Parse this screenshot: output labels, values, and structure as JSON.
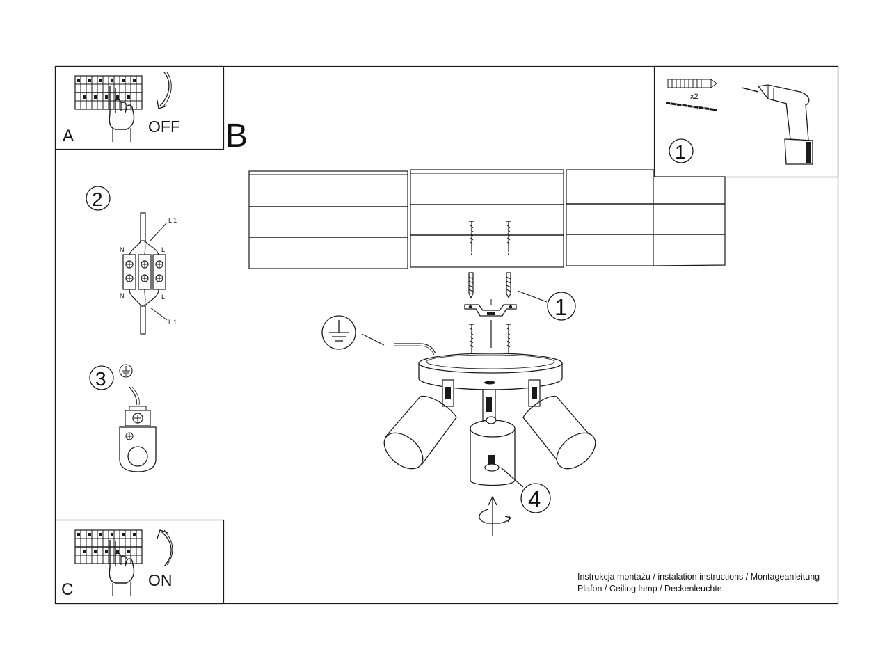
{
  "panels": {
    "a": {
      "letter": "A",
      "action": "OFF"
    },
    "b": {
      "letter": "B"
    },
    "c": {
      "letter": "C",
      "action": "ON"
    }
  },
  "steps": {
    "tools": {
      "number": "1",
      "multiplier": "x2"
    },
    "wiring": {
      "number": "2",
      "labels": {
        "n_top": "N",
        "l_top": "L",
        "l1_top": "L 1",
        "n_bottom": "N",
        "l_bottom": "L",
        "l1_bottom": "L 1"
      }
    },
    "ground": {
      "number": "3"
    },
    "mount": {
      "number": "1"
    },
    "rotate": {
      "number": "4"
    }
  },
  "footer": {
    "line1": "Instrukcja montażu / instalation instructions / Montageanleitung",
    "line2": "Plafon / Ceiling lamp / Deckenleuchte"
  },
  "icons": [
    "circuit-breaker-icon",
    "hand-icon",
    "curved-arrow-icon",
    "ground-symbol-icon",
    "drill-icon",
    "wall-plug-icon",
    "screw-icon",
    "rotate-arrow-icon"
  ]
}
